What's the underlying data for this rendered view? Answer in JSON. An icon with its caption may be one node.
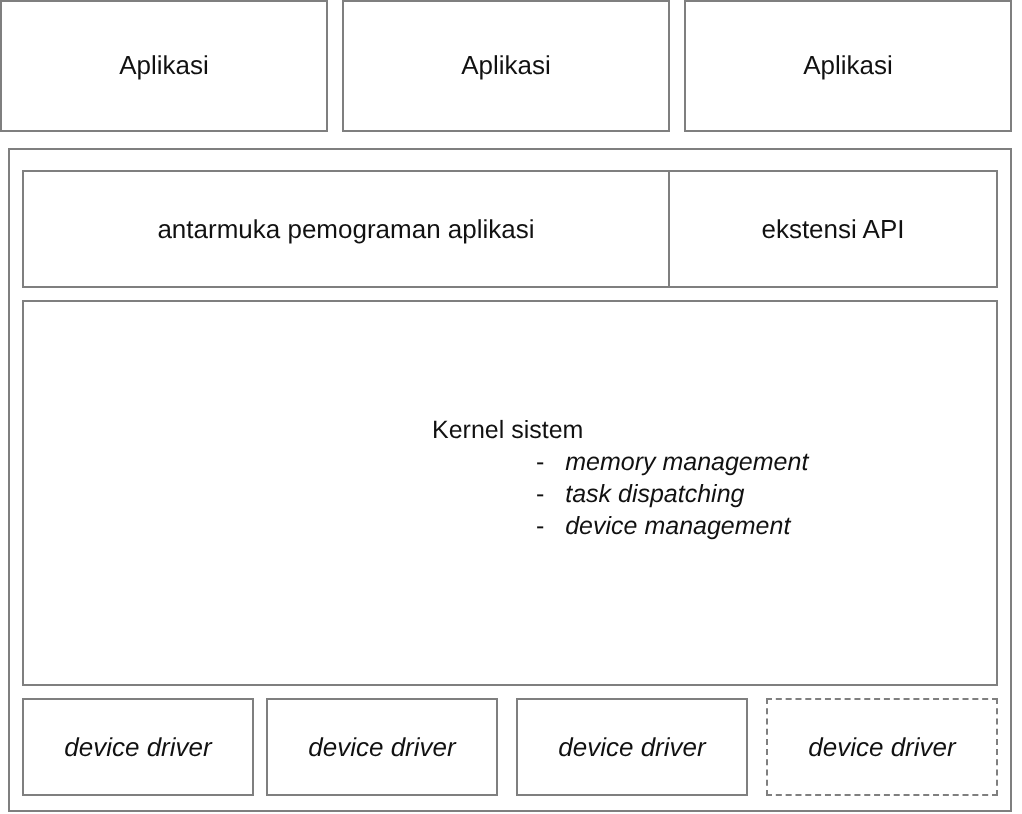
{
  "diagram": {
    "nodes": [
      {
        "text": [
          "Aplikasi"
        ]
      },
      {
        "text": [
          "Aplikasi"
        ]
      },
      {
        "text": [
          "Aplikasi"
        ]
      },
      {
        "text": [],
        "shape": "box"
      },
      {
        "text": [
          "antarmuka pemograman aplikasi"
        ],
        "in": 3
      },
      {
        "text": [
          "ekstensi API"
        ],
        "in": 3
      },
      {
        "text": [
          "Kernel sistem",
          "-   *memory management*",
          "-   *task dispatching*",
          "-   *device management*"
        ],
        "in": 3
      },
      {
        "text": [
          "device driver"
        ],
        "in": 3
      },
      {
        "text": [
          "device driver"
        ],
        "in": 3
      },
      {
        "text": [
          "device driver"
        ],
        "in": 3
      },
      {
        "text": [
          "device driver"
        ],
        "in": 3
      }
    ]
  }
}
